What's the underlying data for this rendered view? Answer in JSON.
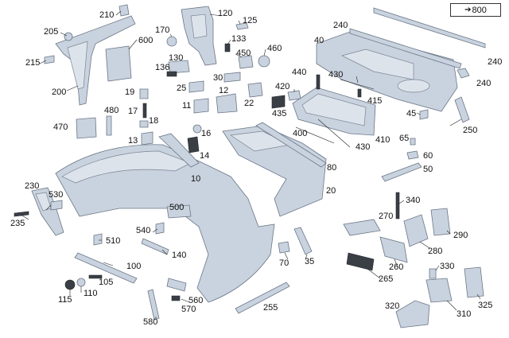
{
  "reference": {
    "arrow": "➔",
    "number": "800"
  },
  "callouts": [
    {
      "id": "c210",
      "text": "210"
    },
    {
      "id": "c205",
      "text": "205"
    },
    {
      "id": "c600",
      "text": "600"
    },
    {
      "id": "c215",
      "text": "215"
    },
    {
      "id": "c200",
      "text": "200"
    },
    {
      "id": "c170",
      "text": "170"
    },
    {
      "id": "c120",
      "text": "120"
    },
    {
      "id": "c125",
      "text": "125"
    },
    {
      "id": "c133",
      "text": "133"
    },
    {
      "id": "c450",
      "text": "450"
    },
    {
      "id": "c460",
      "text": "460"
    },
    {
      "id": "c130",
      "text": "130"
    },
    {
      "id": "c136",
      "text": "136"
    },
    {
      "id": "c30",
      "text": "30"
    },
    {
      "id": "c25",
      "text": "25"
    },
    {
      "id": "c12",
      "text": "12"
    },
    {
      "id": "c22",
      "text": "22"
    },
    {
      "id": "c11",
      "text": "11"
    },
    {
      "id": "c19",
      "text": "19"
    },
    {
      "id": "c480",
      "text": "480"
    },
    {
      "id": "c17",
      "text": "17"
    },
    {
      "id": "c18",
      "text": "18"
    },
    {
      "id": "c470",
      "text": "470"
    },
    {
      "id": "c13",
      "text": "13"
    },
    {
      "id": "c16",
      "text": "16"
    },
    {
      "id": "c14",
      "text": "14"
    },
    {
      "id": "c10",
      "text": "10"
    },
    {
      "id": "c240a",
      "text": "240"
    },
    {
      "id": "c40",
      "text": "40"
    },
    {
      "id": "c240b",
      "text": "240"
    },
    {
      "id": "c240c",
      "text": "240"
    },
    {
      "id": "c440",
      "text": "440"
    },
    {
      "id": "c430a",
      "text": "430"
    },
    {
      "id": "c420",
      "text": "420"
    },
    {
      "id": "c415",
      "text": "415"
    },
    {
      "id": "c435",
      "text": "435"
    },
    {
      "id": "c45",
      "text": "45"
    },
    {
      "id": "c250",
      "text": "250"
    },
    {
      "id": "c400",
      "text": "400"
    },
    {
      "id": "c410",
      "text": "410"
    },
    {
      "id": "c430b",
      "text": "430"
    },
    {
      "id": "c65",
      "text": "65"
    },
    {
      "id": "c60",
      "text": "60"
    },
    {
      "id": "c50",
      "text": "50"
    },
    {
      "id": "c80",
      "text": "80"
    },
    {
      "id": "c20",
      "text": "20"
    },
    {
      "id": "c230",
      "text": "230"
    },
    {
      "id": "c530",
      "text": "530"
    },
    {
      "id": "c235",
      "text": "235"
    },
    {
      "id": "c500",
      "text": "500"
    },
    {
      "id": "c540",
      "text": "540"
    },
    {
      "id": "c510",
      "text": "510"
    },
    {
      "id": "c140",
      "text": "140"
    },
    {
      "id": "c100",
      "text": "100"
    },
    {
      "id": "c105",
      "text": "105"
    },
    {
      "id": "c115",
      "text": "115"
    },
    {
      "id": "c110",
      "text": "110"
    },
    {
      "id": "c560",
      "text": "560"
    },
    {
      "id": "c570",
      "text": "570"
    },
    {
      "id": "c580",
      "text": "580"
    },
    {
      "id": "c255",
      "text": "255"
    },
    {
      "id": "c70",
      "text": "70"
    },
    {
      "id": "c35",
      "text": "35"
    },
    {
      "id": "c340",
      "text": "340"
    },
    {
      "id": "c270",
      "text": "270"
    },
    {
      "id": "c290",
      "text": "290"
    },
    {
      "id": "c280",
      "text": "280"
    },
    {
      "id": "c260",
      "text": "260"
    },
    {
      "id": "c265",
      "text": "265"
    },
    {
      "id": "c330",
      "text": "330"
    },
    {
      "id": "c310",
      "text": "310"
    },
    {
      "id": "c325",
      "text": "325"
    },
    {
      "id": "c320",
      "text": "320"
    }
  ]
}
